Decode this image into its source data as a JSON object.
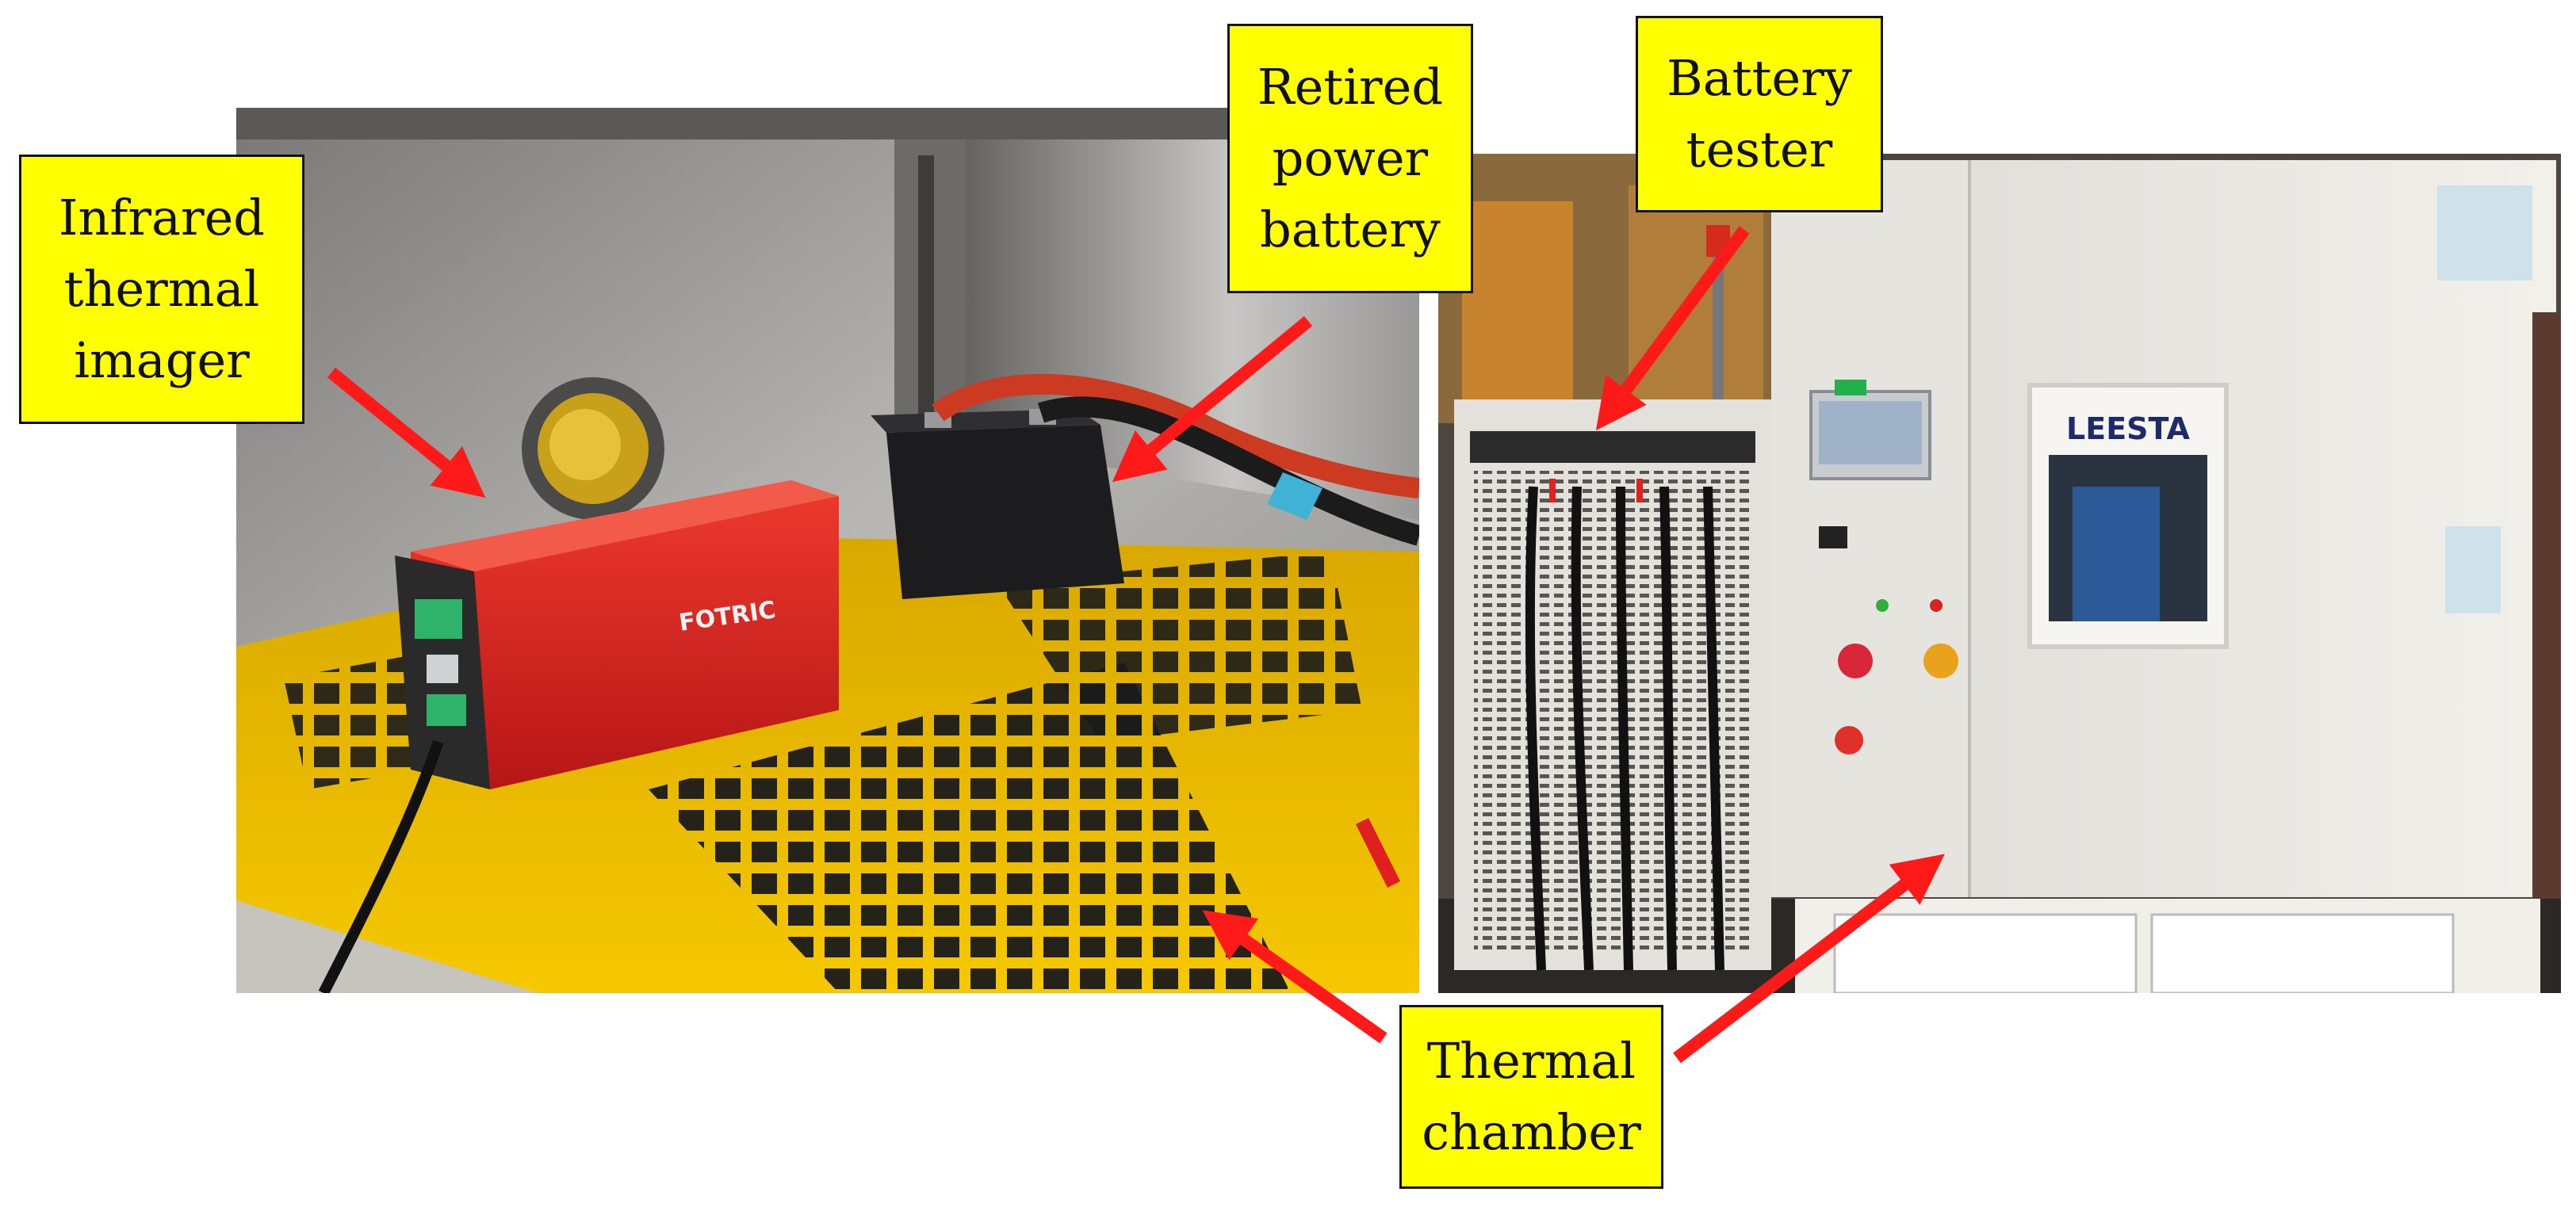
{
  "figure": {
    "labels": {
      "imager": [
        "Infrared",
        "thermal",
        "imager"
      ],
      "battery": [
        "Retired",
        "power",
        "battery"
      ],
      "tester": [
        "Battery",
        "tester"
      ],
      "chamber": [
        "Thermal",
        "chamber"
      ]
    },
    "device_texts": {
      "imager_brand": "FOTRIC",
      "chamber_brand": "LEESTA"
    },
    "colors": {
      "label_fill": "#ffff00",
      "arrow": "#ff1a1a",
      "imager_body": "#d81e1e",
      "shelf": "#f2c200",
      "chamber_body": "#e9e7e2"
    }
  }
}
